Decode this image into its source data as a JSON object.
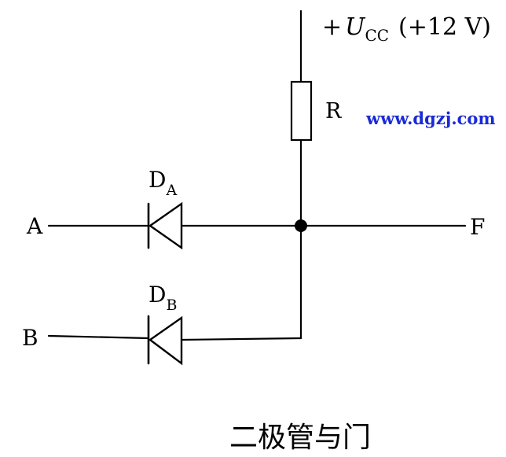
{
  "supply": {
    "plus": "+",
    "symbol": "U",
    "subscript": "CC",
    "value": "(+12 V)"
  },
  "resistor": {
    "label": "R"
  },
  "diode_a": {
    "label": "D",
    "subscript": "A"
  },
  "diode_b": {
    "label": "D",
    "subscript": "B"
  },
  "terminals": {
    "input_a": "A",
    "input_b": "B",
    "output": "F"
  },
  "watermark": {
    "text": "www.dgzj.com",
    "color": "#1a2ad6"
  },
  "caption": {
    "text": "二极管与门"
  }
}
